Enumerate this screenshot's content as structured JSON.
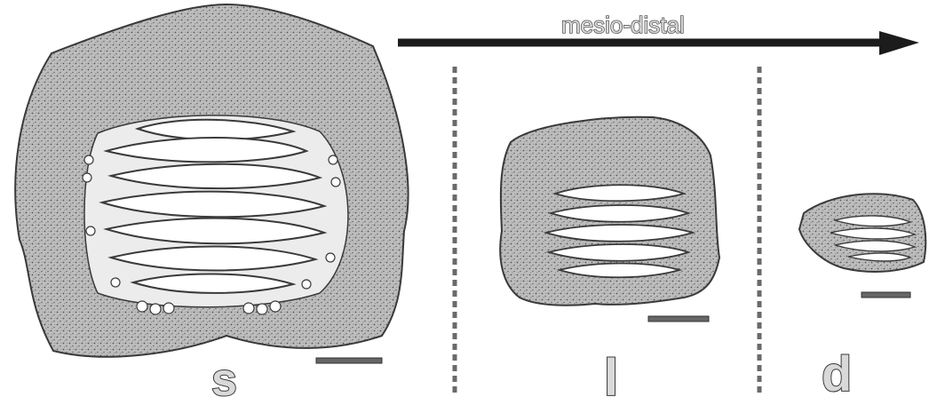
{
  "figure": {
    "direction_label": "mesio-distal",
    "specimens": [
      {
        "key": "s",
        "label": "s"
      },
      {
        "key": "l",
        "label": "l"
      },
      {
        "key": "d",
        "label": "d"
      }
    ],
    "colors": {
      "stipple": "#6f6f6f",
      "outline": "#3a3a3a",
      "arrow": "#1c1c1c",
      "background": "#ffffff"
    }
  }
}
